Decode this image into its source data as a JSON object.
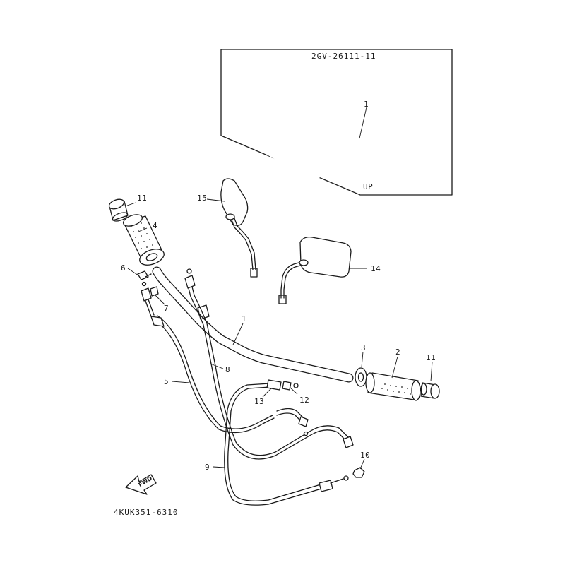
{
  "inset": {
    "code": "2GV-26111-11",
    "part_number": "1",
    "direction_label": "UP"
  },
  "callouts": [
    {
      "id": "c1-main",
      "text": "1"
    },
    {
      "id": "c2",
      "text": "2"
    },
    {
      "id": "c3",
      "text": "3"
    },
    {
      "id": "c4",
      "text": "4"
    },
    {
      "id": "c5",
      "text": "5"
    },
    {
      "id": "c6",
      "text": "6"
    },
    {
      "id": "c7",
      "text": "7"
    },
    {
      "id": "c8",
      "text": "8"
    },
    {
      "id": "c9",
      "text": "9"
    },
    {
      "id": "c10",
      "text": "10"
    },
    {
      "id": "c11-left",
      "text": "11"
    },
    {
      "id": "c11-right",
      "text": "11"
    },
    {
      "id": "c12",
      "text": "12"
    },
    {
      "id": "c13",
      "text": "13"
    },
    {
      "id": "c14",
      "text": "14"
    },
    {
      "id": "c15",
      "text": "15"
    }
  ],
  "fwd_label": "FWD",
  "diagram_code": "4KUK351-6310",
  "ink_color": "#1a1a1a"
}
